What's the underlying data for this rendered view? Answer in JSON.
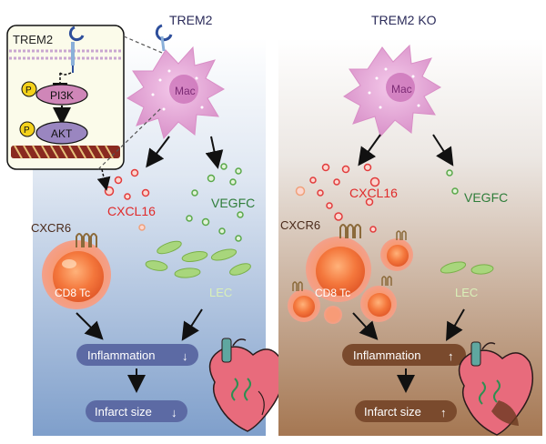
{
  "panels": {
    "left": {
      "title": "TREM2",
      "mac": "Mac",
      "cytokine": "CXCL16",
      "growth_factor": "VEGFC",
      "receptor": "CXCR6",
      "t_cell": "CD8 Tc",
      "lec": "LEC",
      "inflammation": "Inflammation",
      "inflammation_dir": "↓",
      "infarct": "Infarct size",
      "infarct_dir": "↓"
    },
    "right": {
      "title": "TREM2 KO",
      "mac": "Mac",
      "cytokine": "CXCL16",
      "growth_factor": "VEGFC",
      "receptor": "CXCR6",
      "t_cell": "CD8 Tc",
      "lec": "LEC",
      "inflammation": "Inflammation",
      "inflammation_dir": "↑",
      "infarct": "Infarct size",
      "infarct_dir": "↑"
    }
  },
  "inset": {
    "receptor": "TREM2",
    "kinase1": "PI3K",
    "kinase2": "AKT",
    "phospho": "P"
  },
  "colors": {
    "left_bg_top": "#ffffff",
    "left_bg_bottom": "#7f9fcb",
    "right_bg_top": "#ffffff",
    "right_bg_bottom": "#a97a4f",
    "mac": "#e8a6d8",
    "cxcl16": "#e23b3b",
    "vegfc": "#2f7d3a",
    "lec": "#9fd16a",
    "t_cell": "#f4773c",
    "pill_left": "#5c6aa4",
    "pill_right": "#7a4a2d",
    "akt": "#9a86c0",
    "pi3k": "#cf86b8",
    "phospho": "#f4d21b"
  }
}
